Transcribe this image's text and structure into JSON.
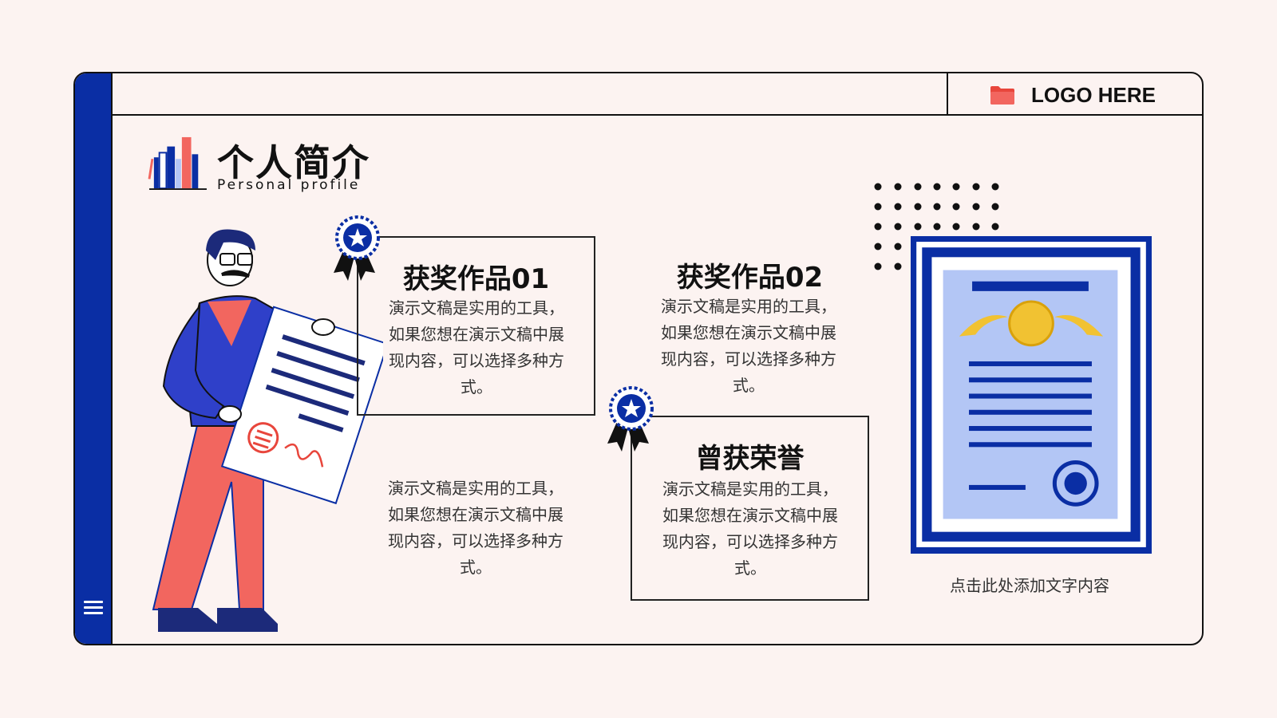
{
  "header": {
    "logo_text": "LOGO HERE",
    "logo_icon": "folder-icon"
  },
  "sidebar": {
    "menu_icon": "hamburger-menu-icon"
  },
  "section": {
    "title": "个人简介",
    "subtitle": "Personal profile",
    "title_icon": "books-icon"
  },
  "cards": [
    {
      "title": "获奖作品01",
      "body": "演示文稿是实用的工具，如果您想在演示文稿中展现内容，可以选择多种方式。",
      "badge_icon": "award-ribbon-icon"
    },
    {
      "title": "获奖作品02",
      "body": "演示文稿是实用的工具，如果您想在演示文稿中展现内容，可以选择多种方式。"
    },
    {
      "title": "曾获荣誉",
      "body": "演示文稿是实用的工具，如果您想在演示文稿中展现内容，可以选择多种方式。",
      "badge_icon": "award-ribbon-icon"
    }
  ],
  "extra_text": {
    "body": "演示文稿是实用的工具，如果您想在演示文稿中展现内容，可以选择多种方式。"
  },
  "certificate": {
    "icon": "certificate-icon",
    "caption": "点击此处添加文字内容"
  },
  "colors": {
    "background": "#fcf3f1",
    "brand_blue": "#0a2ea4",
    "accent_red": "#f2665f",
    "light_blue": "#b3c6f5",
    "gold": "#f1c232"
  }
}
